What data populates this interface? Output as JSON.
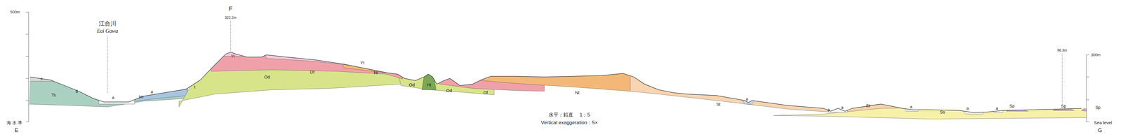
{
  "diagram": {
    "labels": [
      "500m",
      "江合川",
      "Eai Gawa",
      "F",
      "322.2m",
      "tl",
      "Ts",
      "tl",
      "a",
      "a",
      "tm",
      "t",
      "Yt",
      "Od",
      "Df",
      "Yt",
      "Nt",
      "Od",
      "Ht",
      "Od",
      "Df",
      "Nt",
      "St",
      "a",
      "a",
      "a",
      "St",
      "a",
      "Ss",
      "a",
      "a",
      "Sp",
      "Sp",
      "Sp",
      "96.3m",
      "300m",
      "Sea level",
      "海 水 準",
      "E",
      "G",
      "水平：鉛直　 1：5",
      "Vertical exaggeration：5×"
    ]
  }
}
